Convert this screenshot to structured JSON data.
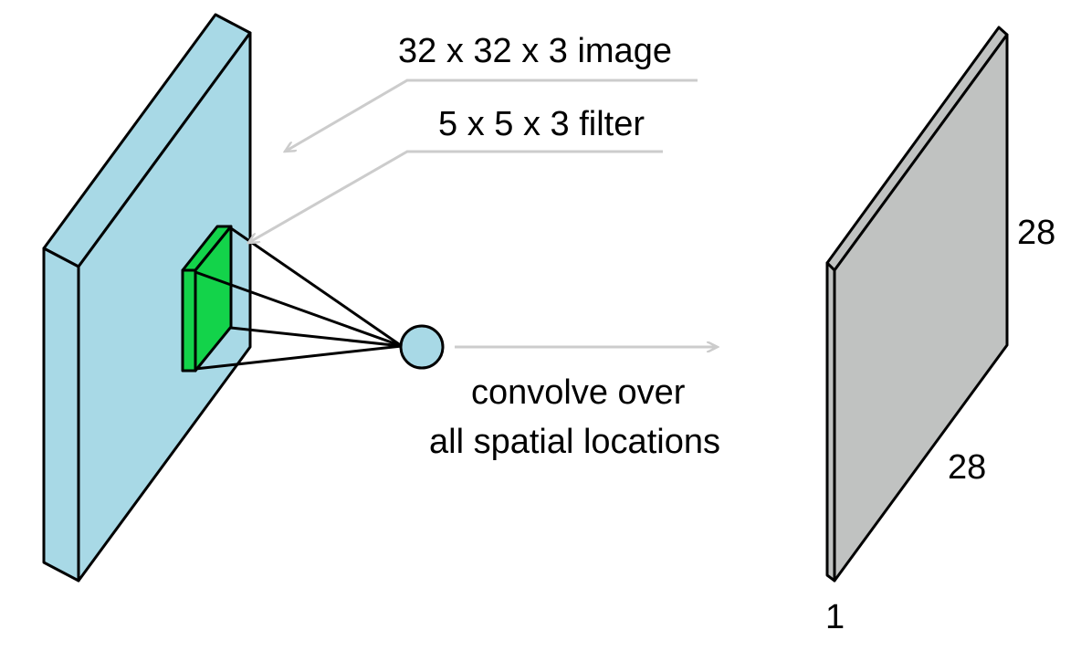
{
  "labels": {
    "image_label": "32 x 32 x 3 image",
    "filter_label": "5 x 5 x 3 filter",
    "convolve_line1": "convolve over",
    "convolve_line2": "all spatial locations",
    "output_height": "28",
    "output_width": "28",
    "output_depth": "1"
  },
  "colors": {
    "input_volume": "#a8d9e6",
    "filter": "#13d34a",
    "neuron": "#a8d9e6",
    "output_map": "#c0c2c1",
    "annotation_arrows": "#cccccc",
    "outline": "#000000"
  }
}
